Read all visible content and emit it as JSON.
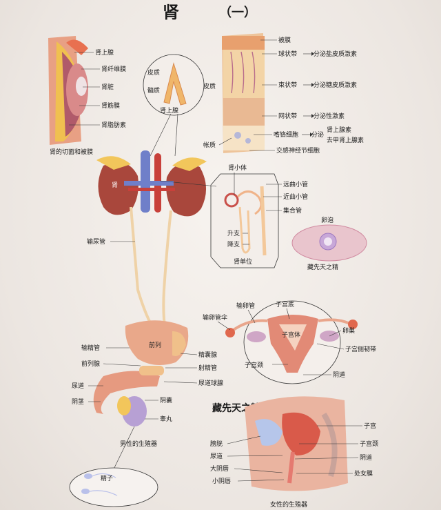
{
  "header": {
    "title": "肾",
    "title_number": "（一）"
  },
  "labels": {
    "shenshangxian_top": "肾上腺",
    "shenqianweimo": "肾纤维膜",
    "shenzang": "肾脏",
    "shenzhifangmo": "肾筋膜",
    "shenzhifangsu": "肾脂肪素",
    "section_caption": "肾的切面和被膜",
    "pizhi_left": "皮质",
    "suizhi": "髓质",
    "pizhi_right": "皮质",
    "adrenal_caption": "肾上腺",
    "moshu": "被膜",
    "qiuzhuangdai": "球状带",
    "shuzhuangdai": "束状带",
    "wangzhuangdai": "网状带",
    "zhuangzhi": "帐质",
    "shiluoxibao": "嗜铬细胞",
    "jiaogan": "交感神经节细胞",
    "fenmi1": "分泌盐皮质激素",
    "fenmi2": "分泌糖皮质激素",
    "fenmi3": "分泌性激素",
    "fenmi4": "分泌",
    "shenshangxiansu": "肾上腺素",
    "qujiashenshangxiansu": "去甲肾上腺素",
    "shen": "肾",
    "shenxiaoti": "肾小体",
    "jinquxiaoguan": "远曲小管",
    "jinquxiaoguan2": "近曲小管",
    "jiheguan": "集合管",
    "shengzhi": "升支",
    "jiangzhi": "降支",
    "shendanwei": "肾单位",
    "shuniaoguan": "输尿管",
    "luanpao": "卵泡",
    "cangxiantian_small": "藏先天之精",
    "shuluanguan": "输卵管",
    "shuluanguanlin": "输卵管伞",
    "zigong_zhuang": "子宫底",
    "zigong_ti": "子宫体",
    "luanchao": "卵巢",
    "zigong_jing": "子宫颈",
    "zigong_cebi": "子宫侧韧带",
    "yindao_female": "阴道",
    "shujingguan": "输精管",
    "qianliexian": "前列腺",
    "qianjing": "前列",
    "jingnangxian": "精囊腺",
    "shejingguan": "射精管",
    "niaodaoqiuxian": "尿道球腺",
    "niaodao_male": "尿道",
    "yinjing": "阴茎",
    "yinnang": "阴囊",
    "gaowan": "睾丸",
    "male_caption": "男性的生殖器",
    "jingzi": "精子",
    "cangxiantian_big": "藏先天之精",
    "zigong": "子宫",
    "pangguang": "膀胱",
    "niaodao_female": "尿道",
    "dayinchun": "大阴唇",
    "xiaoyinchun": "小阴唇",
    "zigongjing2": "子宫颈",
    "yindao2": "阴道",
    "chunvmo": "处女膜",
    "female_caption": "女性的生殖器"
  },
  "colors": {
    "flesh": "#e9a88a",
    "kidney": "#a9473c",
    "vein": "#6f7fc9",
    "artery": "#c8403a",
    "duct": "#efd2a7",
    "fat": "#f2c65b"
  }
}
